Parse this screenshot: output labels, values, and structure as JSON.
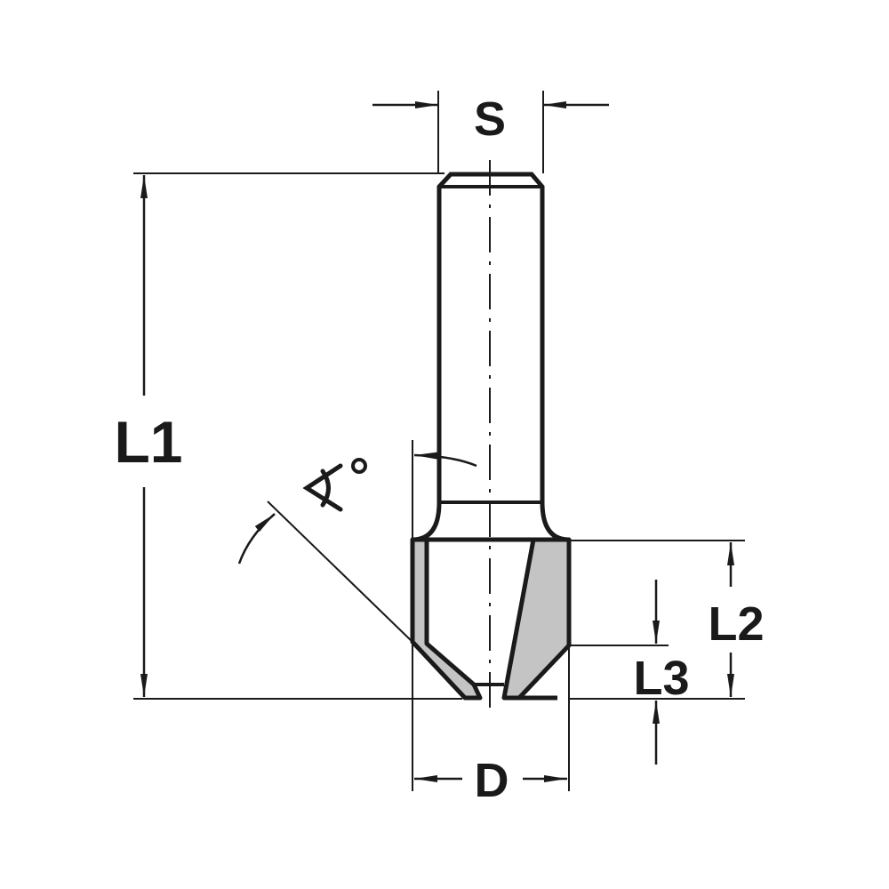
{
  "diagram": {
    "type": "technical-drawing",
    "subject": "router bit with angled cutting edges",
    "colors": {
      "line": "#1a1a1a",
      "cutter_fill": "#c4c4c4",
      "background": "#ffffff"
    },
    "labels": {
      "shank_diameter": "S",
      "total_length": "L1",
      "cutting_length": "L2",
      "chamfer_length": "L3",
      "cutting_diameter": "D",
      "angle": "∡°"
    }
  }
}
